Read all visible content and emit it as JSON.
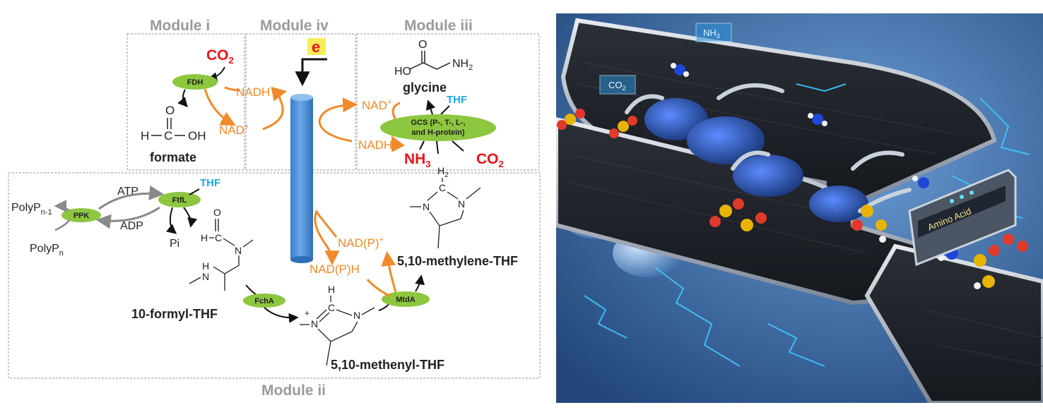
{
  "modules": {
    "i": "Module i",
    "iv": "Module iv",
    "iii": "Module iii",
    "ii": "Module ii"
  },
  "electron": "e",
  "module_i": {
    "co2": "CO",
    "co2_sub": "2",
    "enzyme": "FDH",
    "nadh": "NADH",
    "nad": "NAD",
    "nad_sup": "+",
    "formate_o": "O",
    "formate_h": "H",
    "formate_c": "C",
    "formate_oh": "OH",
    "formate": "formate"
  },
  "module_iii": {
    "glycine_o": "O",
    "glycine_ho": "HO",
    "glycine_nh2": "NH",
    "glycine_nh2_sub": "2",
    "glycine": "glycine",
    "thf": "THF",
    "nad": "NAD",
    "nad_sup": "+",
    "nadh": "NADH",
    "enzyme_line1": "GCS (P-, T-, L-,",
    "enzyme_line2": "and H-protein)",
    "nh3": "NH",
    "nh3_sub": "3",
    "co2": "CO",
    "co2_sub": "2"
  },
  "module_ii": {
    "thf": "THF",
    "atp": "ATP",
    "ftfl": "FtfL",
    "polyp_n1": "PolyP",
    "polyp_n1_sub": "n-1",
    "ppk": "PPK",
    "adp": "ADP",
    "polyp_n": "PolyP",
    "polyp_n_sub": "n",
    "pi": "Pi",
    "formyl_o": "O",
    "formyl_h": "H",
    "formyl_c": "C",
    "formyl_n": "N",
    "formyl_hn_h": "H",
    "formyl_hn_n": "N",
    "formyl_thf": "10-formyl-THF",
    "fcha": "FchA",
    "methenyl_h": "H",
    "methenyl_c": "C",
    "methenyl_n_left": "N",
    "methenyl_plus": "+",
    "methenyl_n_right": "N",
    "methenyl_thf": "5,10-methenyl-THF",
    "mtda": "MtdA",
    "nadp_plus": "NAD(P)",
    "nadp_sup": "+",
    "nadph": "NAD(P)H",
    "methylene_h2": "H",
    "methylene_h2_sub": "2",
    "methylene_c": "C",
    "methylene_n_left": "N",
    "methylene_n_right": "N",
    "methylene_thf": "5,10-methylene-THF"
  },
  "illustration": {
    "sign_co2": "CO",
    "sign_co2_sub": "2",
    "sign_nh3": "NH",
    "sign_nh3_sub": "3",
    "box_label": "Amino Acid"
  },
  "colors": {
    "module_border": "#a9a9a9",
    "module_title": "#9a9a9a",
    "orange": "#f08a2b",
    "red": "#e8141c",
    "blue_text": "#1ea8e8",
    "enzyme_green": "#8dc63f",
    "electrode_blue": "#4a8fd6",
    "illustration_bg": "#3c6da8"
  }
}
